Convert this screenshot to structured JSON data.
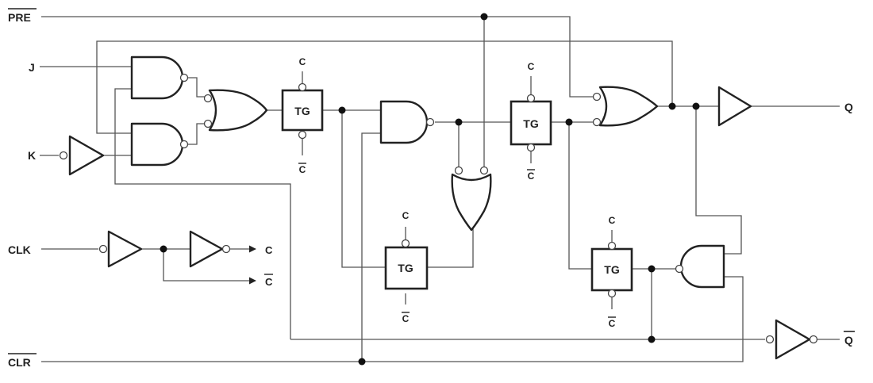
{
  "diagram": {
    "inputs": {
      "pre": "PRE",
      "j": "J",
      "k": "K",
      "clk": "CLK",
      "clr": "CLR"
    },
    "outputs": {
      "q": "Q",
      "q_bar": "Q"
    },
    "transmission_gate": "TG",
    "clock": {
      "c": "C",
      "c_bar": "C"
    },
    "colors": {
      "line": "#555555",
      "gate_stroke": "#222222",
      "background": "#ffffff"
    }
  }
}
